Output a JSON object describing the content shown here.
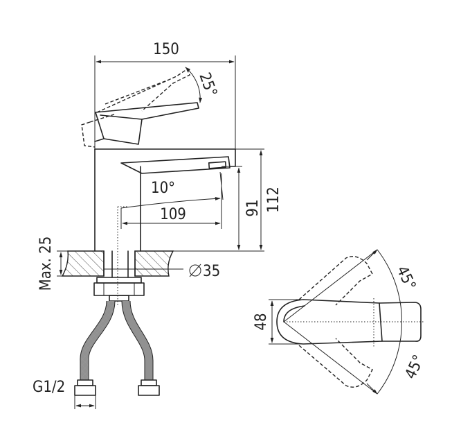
{
  "dimensions": {
    "overall_width": "150",
    "lever_tilt_angle": "25°",
    "spout_angle": "10°",
    "spout_reach": "109",
    "spout_height": "91",
    "overall_height": "112",
    "max_counter_thickness": "Max. 25",
    "hole_diameter": "35",
    "thread_size": "G1/2",
    "handle_width": "48",
    "rotation_angle_top": "45°",
    "rotation_angle_bottom": "45°"
  }
}
